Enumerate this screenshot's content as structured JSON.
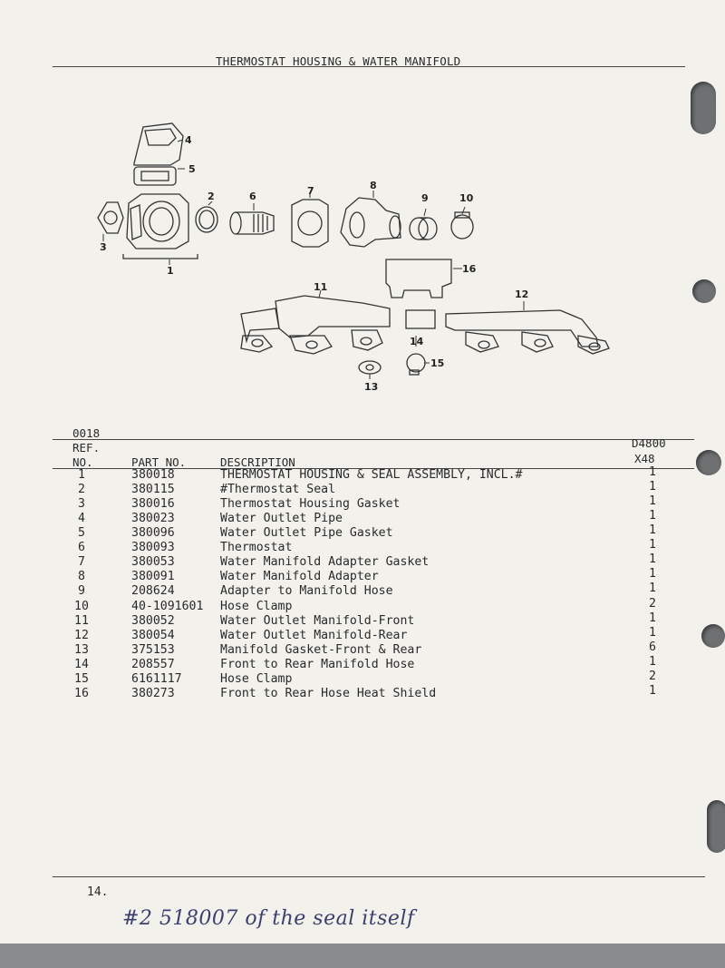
{
  "header": {
    "title": "THERMOSTAT HOUSING & WATER MANIFOLD"
  },
  "diagram": {
    "callouts": [
      "1",
      "2",
      "3",
      "4",
      "5",
      "6",
      "7",
      "8",
      "9",
      "10",
      "11",
      "12",
      "13",
      "14",
      "15",
      "16"
    ]
  },
  "table": {
    "section_code": "0018",
    "headers": {
      "ref_line1": "REF.",
      "ref_line2": "NO.",
      "part_no": "PART NO.",
      "description": "DESCRIPTION",
      "model": "D4800",
      "qty_col": "X48"
    },
    "rows": [
      {
        "ref": "1",
        "part_no": "380018",
        "description": "THERMOSTAT HOUSING & SEAL ASSEMBLY, INCL.#",
        "qty": "1"
      },
      {
        "ref": "2",
        "part_no": "380115",
        "description": "#Thermostat Seal",
        "qty": "1"
      },
      {
        "ref": "3",
        "part_no": "380016",
        "description": "Thermostat Housing Gasket",
        "qty": "1"
      },
      {
        "ref": "4",
        "part_no": "380023",
        "description": "Water Outlet Pipe",
        "qty": "1"
      },
      {
        "ref": "5",
        "part_no": "380096",
        "description": "Water Outlet Pipe Gasket",
        "qty": "1"
      },
      {
        "ref": "6",
        "part_no": "380093",
        "description": "Thermostat",
        "qty": "1"
      },
      {
        "ref": "7",
        "part_no": "380053",
        "description": "Water Manifold Adapter Gasket",
        "qty": "1"
      },
      {
        "ref": "8",
        "part_no": "380091",
        "description": "Water Manifold Adapter",
        "qty": "1"
      },
      {
        "ref": "9",
        "part_no": "208624",
        "description": "Adapter to Manifold Hose",
        "qty": "1"
      },
      {
        "ref": "10",
        "part_no": "40-1091601",
        "description": "Hose Clamp",
        "qty": "2"
      },
      {
        "ref": "11",
        "part_no": "380052",
        "description": "Water Outlet Manifold-Front",
        "qty": "1"
      },
      {
        "ref": "12",
        "part_no": "380054",
        "description": "Water Outlet Manifold-Rear",
        "qty": "1"
      },
      {
        "ref": "13",
        "part_no": "375153",
        "description": "Manifold Gasket-Front & Rear",
        "qty": "6"
      },
      {
        "ref": "14",
        "part_no": "208557",
        "description": "Front to Rear Manifold Hose",
        "qty": "1"
      },
      {
        "ref": "15",
        "part_no": "6161117",
        "description": "Hose Clamp",
        "qty": "2"
      },
      {
        "ref": "16",
        "part_no": "380273",
        "description": "Front to Rear Hose Heat Shield",
        "qty": "1"
      }
    ]
  },
  "footer": {
    "page_number": "14.",
    "handwritten_note": "#2 518007 of the seal itself"
  }
}
